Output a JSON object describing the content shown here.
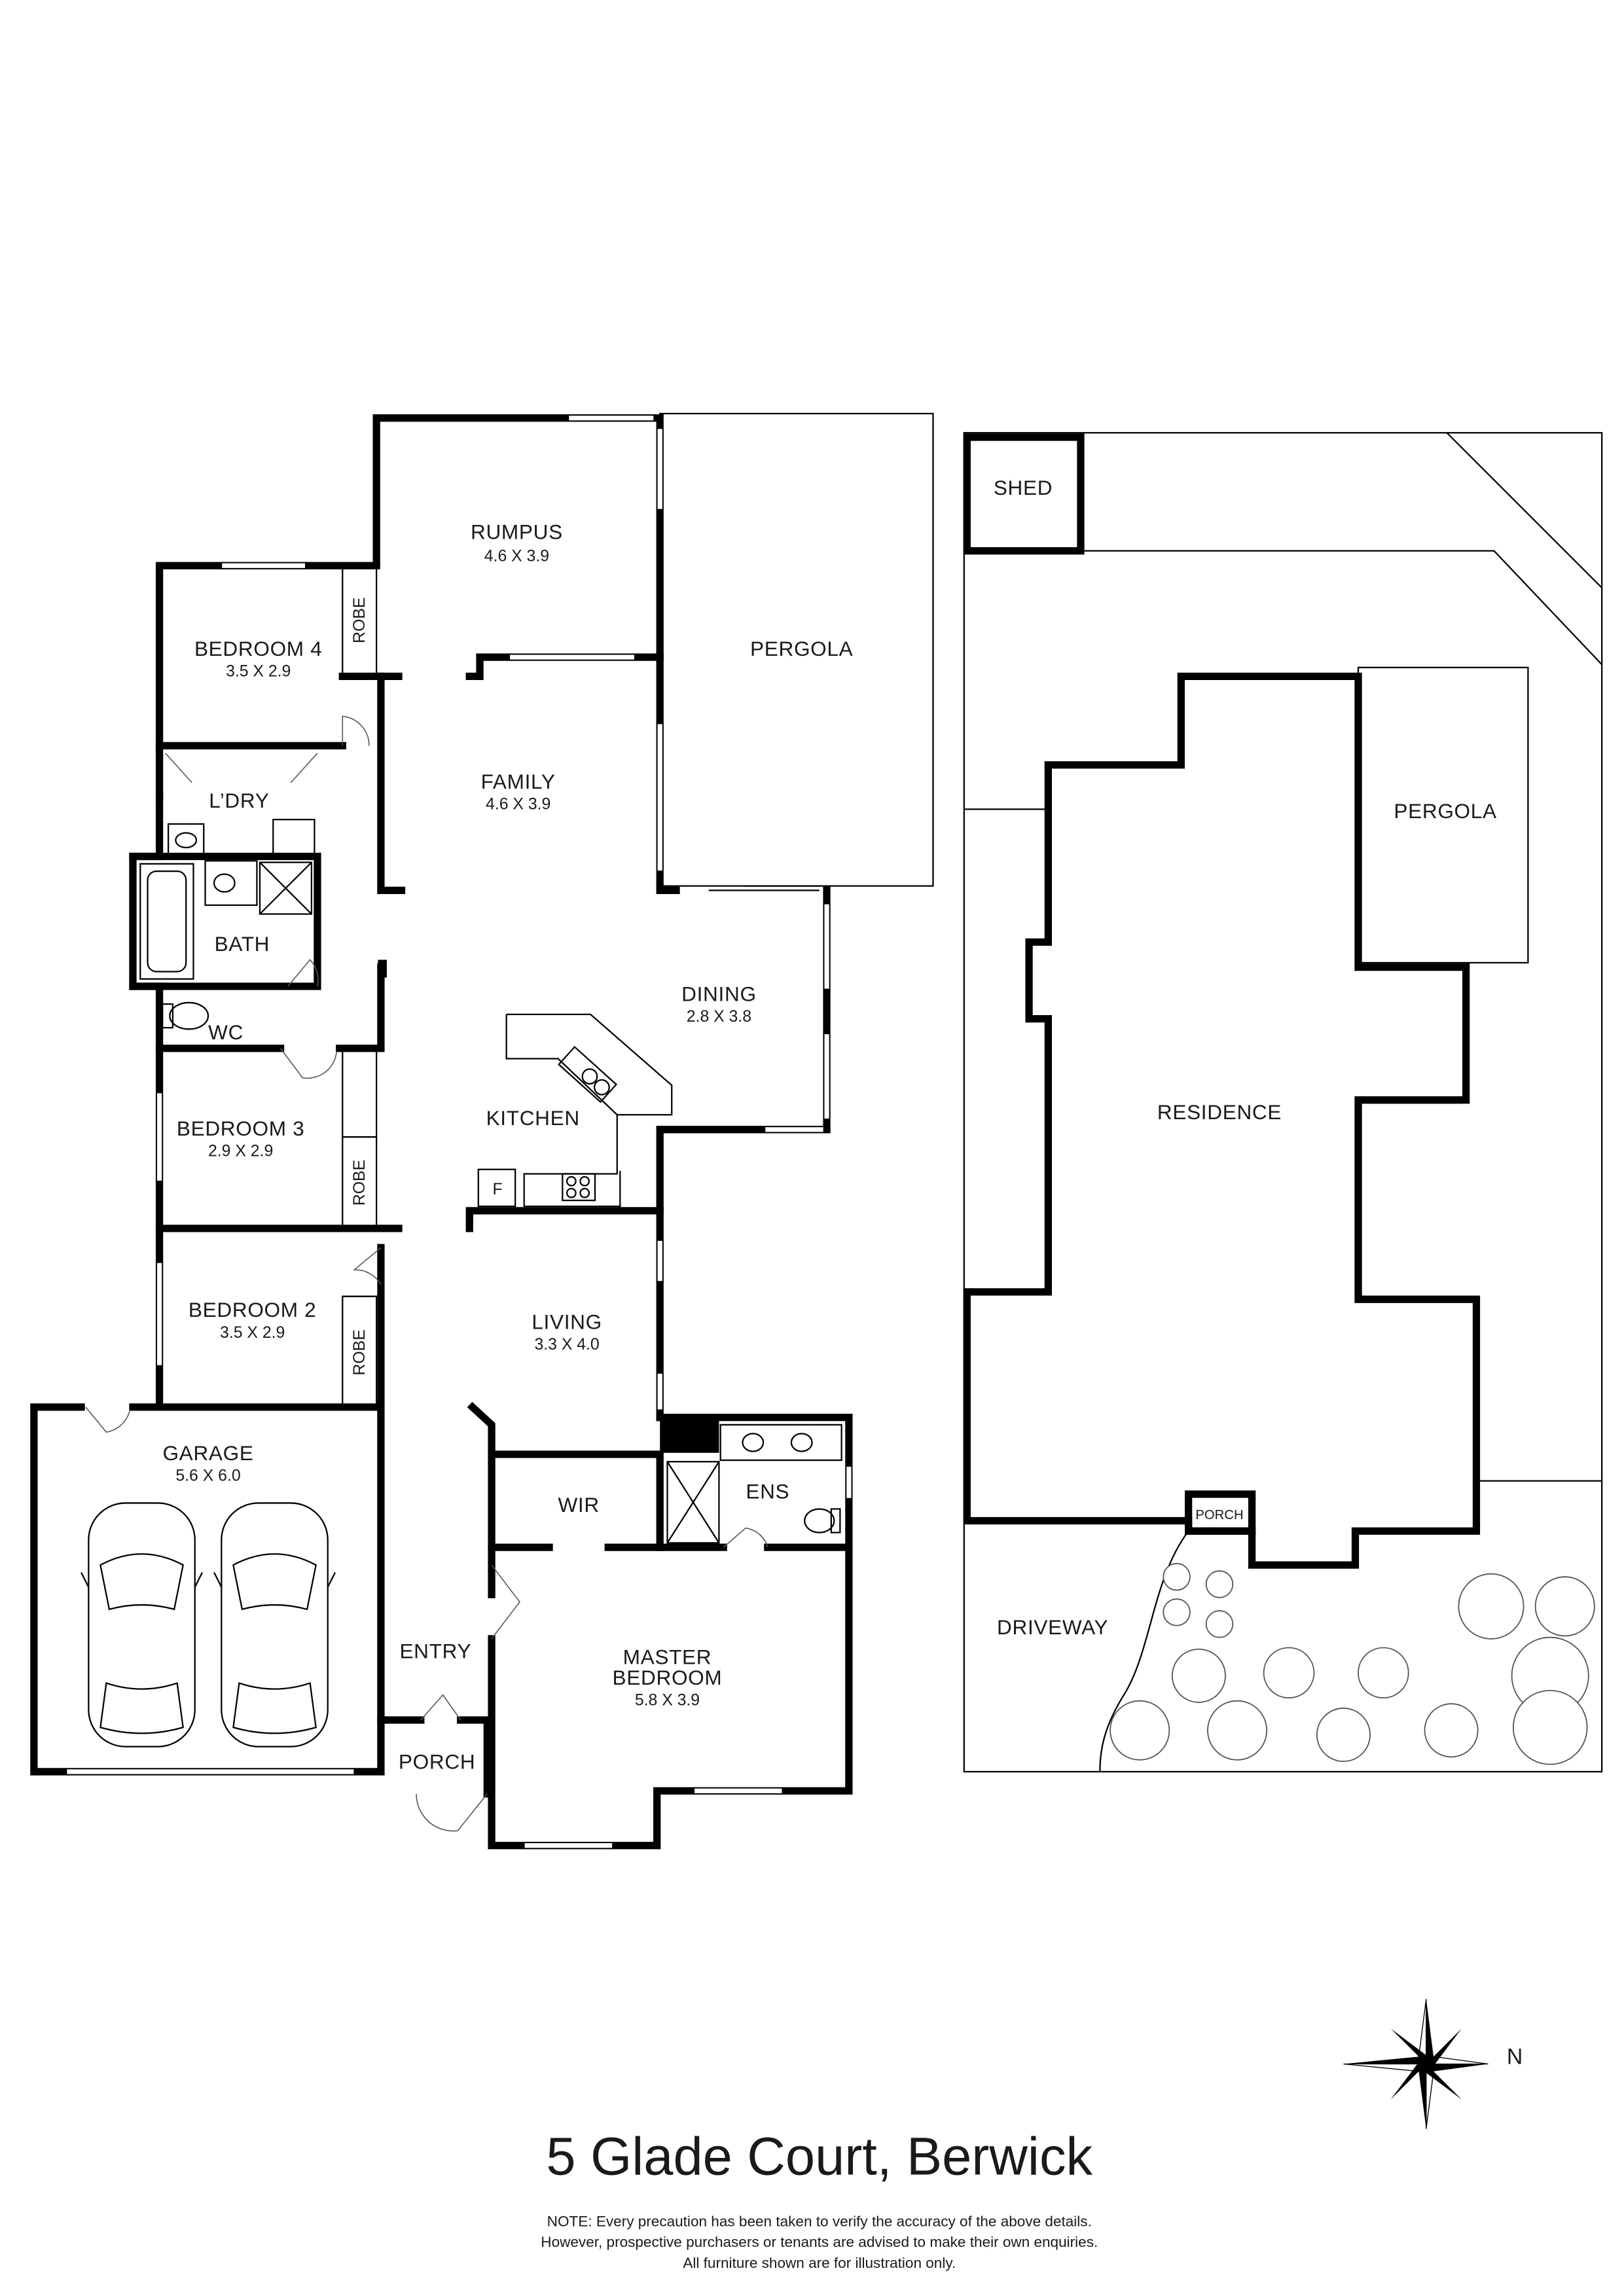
{
  "title": "5 Glade Court, Berwick",
  "note": [
    "NOTE: Every precaution has been taken to verify the accuracy of the above details.",
    "However, prospective purchasers or tenants are advised to make their own enquiries.",
    "All furniture shown are for illustration only."
  ],
  "floor_plan": {
    "rooms": {
      "rumpus": {
        "name": "RUMPUS",
        "dims": "4.6 X 3.9"
      },
      "pergola": {
        "name": "PERGOLA"
      },
      "bedroom4": {
        "name": "BEDROOM 4",
        "dims": "3.5 X 2.9"
      },
      "family": {
        "name": "FAMILY",
        "dims": "4.6 X 3.9"
      },
      "laundry": {
        "name": "L’DRY"
      },
      "bath": {
        "name": "BATH"
      },
      "wc": {
        "name": "WC"
      },
      "dining": {
        "name": "DINING",
        "dims": "2.8 X 3.8"
      },
      "kitchen": {
        "name": "KITCHEN"
      },
      "fridge": {
        "name": "F"
      },
      "bedroom3": {
        "name": "BEDROOM 3",
        "dims": "2.9 X 2.9"
      },
      "bedroom2": {
        "name": "BEDROOM 2",
        "dims": "3.5 X 2.9"
      },
      "living": {
        "name": "LIVING",
        "dims": "3.3 X 4.0"
      },
      "garage": {
        "name": "GARAGE",
        "dims": "5.6 X 6.0"
      },
      "wir": {
        "name": "WIR"
      },
      "ens": {
        "name": "ENS"
      },
      "entry": {
        "name": "ENTRY"
      },
      "porch": {
        "name": "PORCH"
      },
      "master": {
        "name": "MASTER",
        "name2": "BEDROOM",
        "dims": "5.8 X 3.9"
      }
    },
    "robe_label": "ROBE"
  },
  "site_plan": {
    "shed": "SHED",
    "pergola": "PERGOLA",
    "residence": "RESIDENCE",
    "porch": "PORCH",
    "driveway": "DRIVEWAY"
  },
  "compass": {
    "north_label": "N"
  }
}
